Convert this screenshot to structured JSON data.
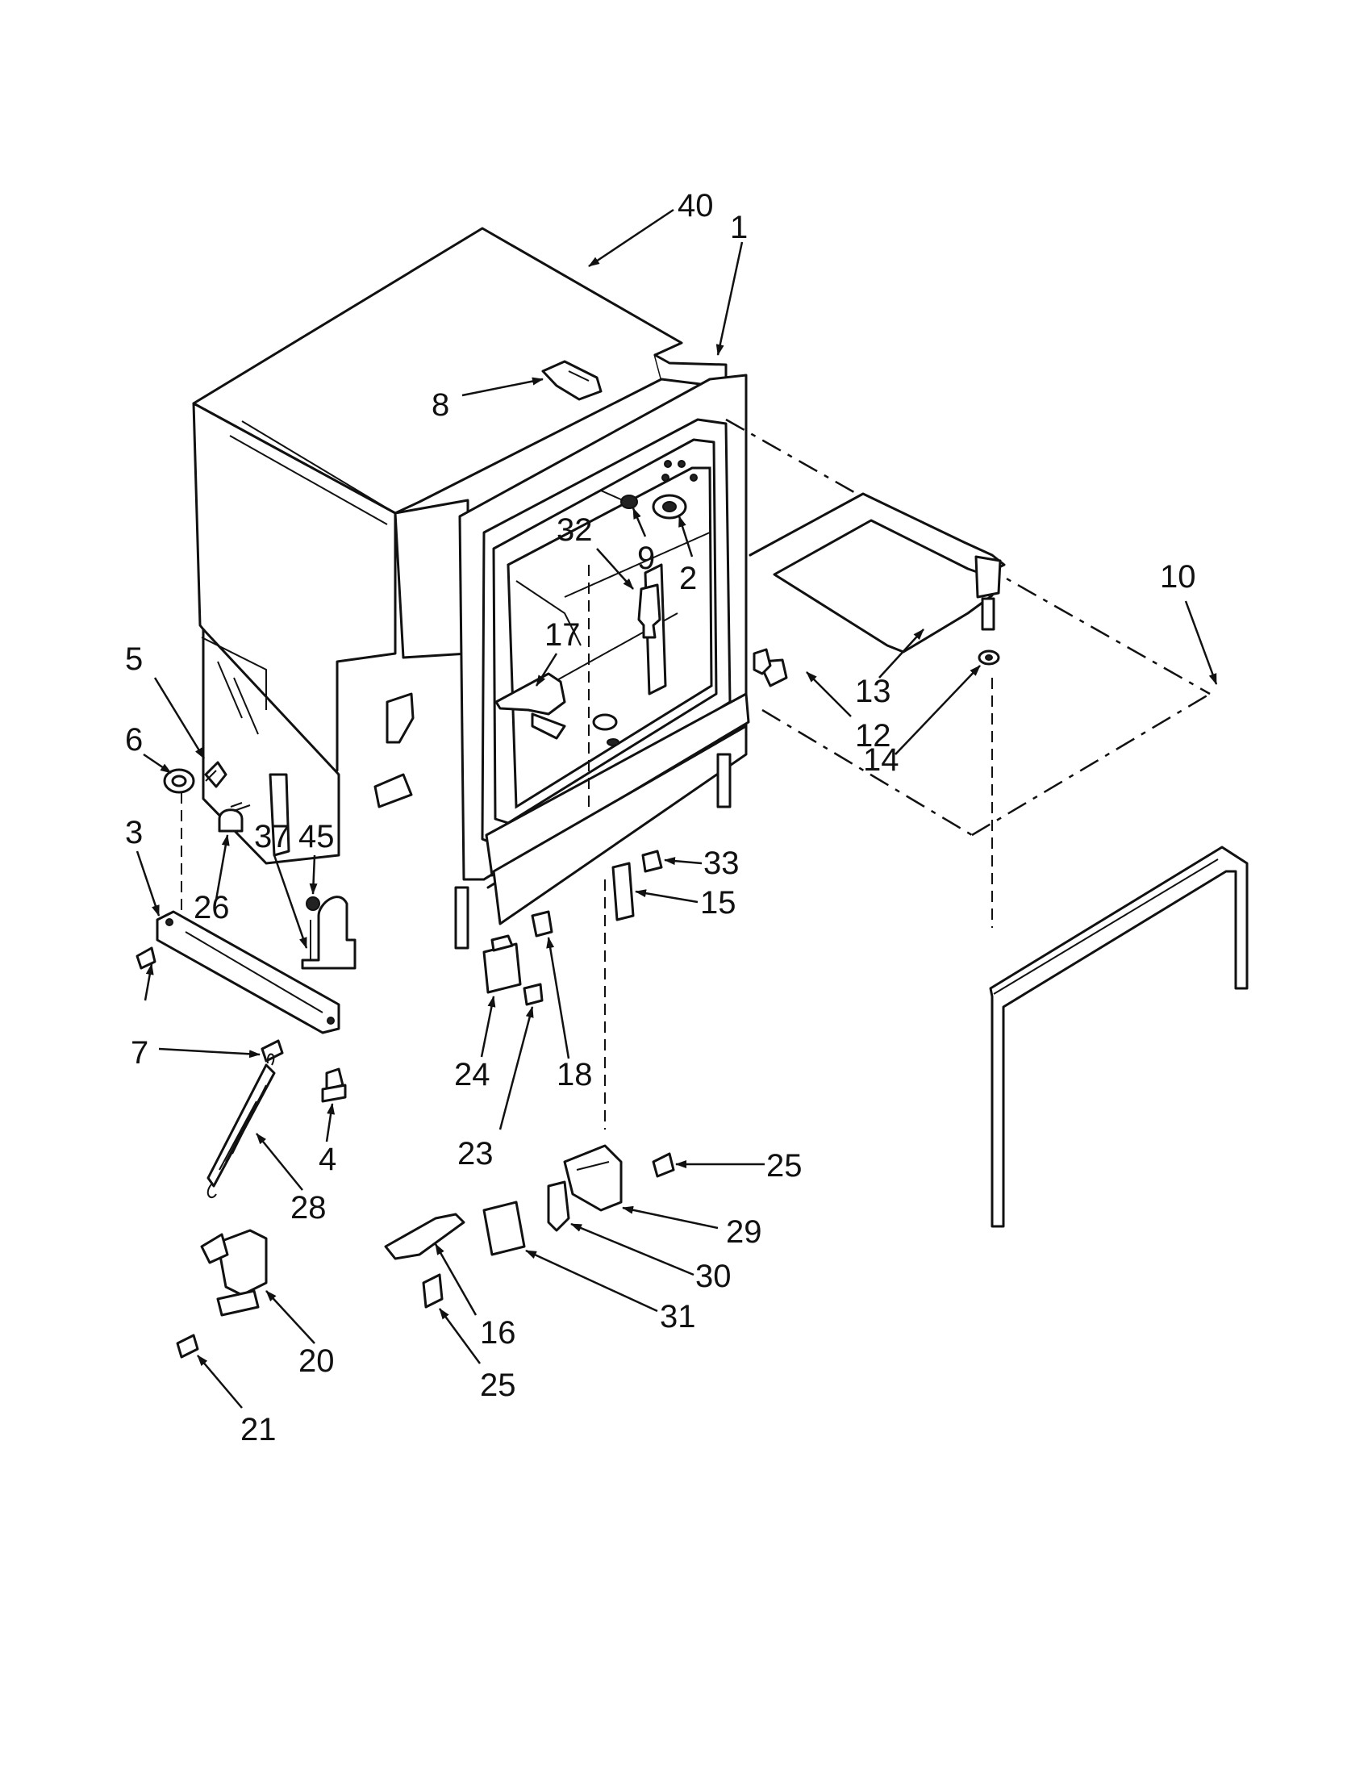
{
  "diagram": {
    "callouts": [
      {
        "id": "c40",
        "label": "40"
      },
      {
        "id": "c1",
        "label": "1"
      },
      {
        "id": "c8",
        "label": "8"
      },
      {
        "id": "c32",
        "label": "32"
      },
      {
        "id": "c9",
        "label": "9"
      },
      {
        "id": "c2",
        "label": "2"
      },
      {
        "id": "c10",
        "label": "10"
      },
      {
        "id": "c13",
        "label": "13"
      },
      {
        "id": "c12",
        "label": "12"
      },
      {
        "id": "c14",
        "label": "14"
      },
      {
        "id": "c5",
        "label": "5"
      },
      {
        "id": "c6",
        "label": "6"
      },
      {
        "id": "c17",
        "label": "17"
      },
      {
        "id": "c3",
        "label": "3"
      },
      {
        "id": "c45",
        "label": "45"
      },
      {
        "id": "c37",
        "label": "37"
      },
      {
        "id": "c26",
        "label": "26"
      },
      {
        "id": "c33",
        "label": "33"
      },
      {
        "id": "c15",
        "label": "15"
      },
      {
        "id": "c7a",
        "label": "7"
      },
      {
        "id": "c7b",
        "label": "7"
      },
      {
        "id": "c24",
        "label": "24"
      },
      {
        "id": "c18",
        "label": "18"
      },
      {
        "id": "c4",
        "label": "4"
      },
      {
        "id": "c23",
        "label": "23"
      },
      {
        "id": "c28",
        "label": "28"
      },
      {
        "id": "c25a",
        "label": "25"
      },
      {
        "id": "c29",
        "label": "29"
      },
      {
        "id": "c30",
        "label": "30"
      },
      {
        "id": "c31",
        "label": "31"
      },
      {
        "id": "c16",
        "label": "16"
      },
      {
        "id": "c20",
        "label": "20"
      },
      {
        "id": "c25b",
        "label": "25"
      },
      {
        "id": "c21",
        "label": "21"
      }
    ]
  }
}
